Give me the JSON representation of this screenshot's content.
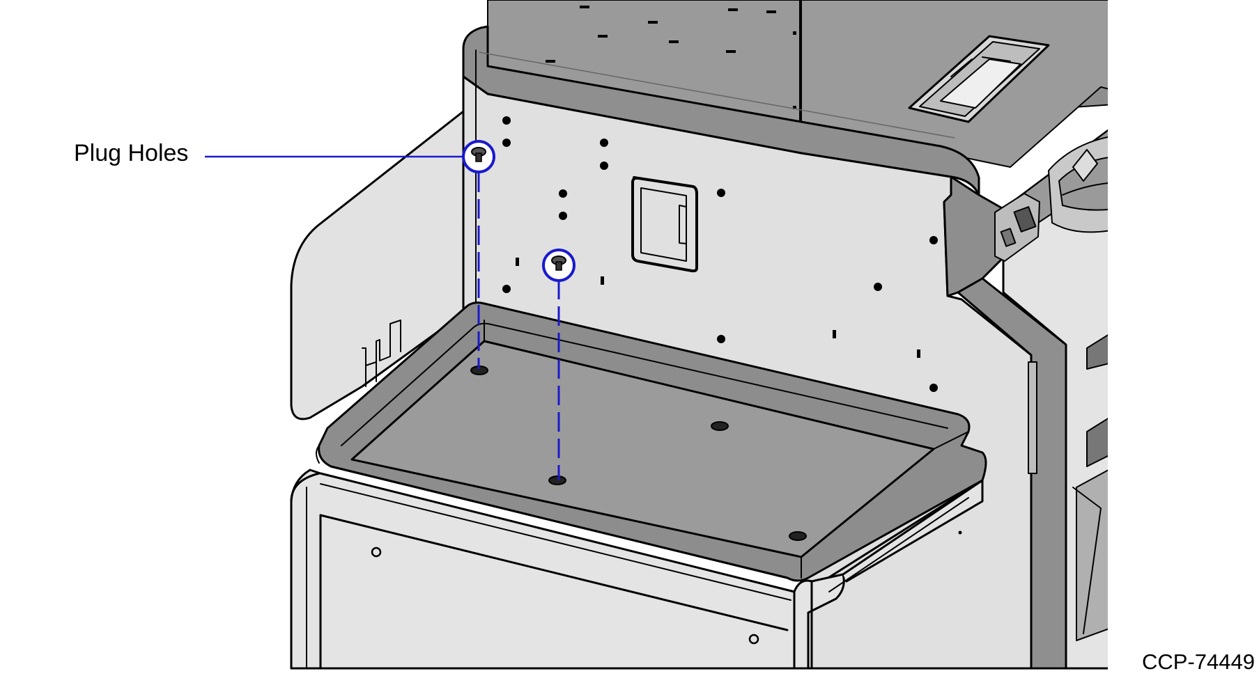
{
  "callout": {
    "label": "Plug Holes",
    "line_color": "#1a1acc"
  },
  "figure": {
    "id": "CCP-74449"
  },
  "colors": {
    "panel_light": "#e0e0e0",
    "panel_dark": "#9a9a9a",
    "trim_dark": "#7d7d7d",
    "outline": "#000000"
  },
  "parts": {
    "plug_count": 2
  }
}
